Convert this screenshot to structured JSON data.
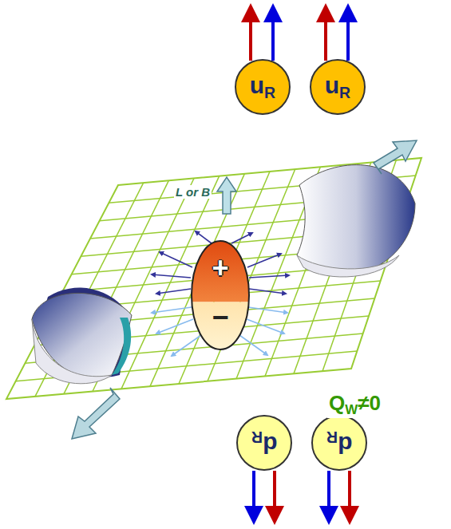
{
  "diagram": {
    "nodes": [
      {
        "text": [
          "uR"
        ]
      },
      {
        "text": [
          "uR"
        ]
      },
      {
        "text": [
          "+",
          "−"
        ]
      },
      {
        "text": [
          "dR"
        ]
      },
      {
        "text": [
          "dR"
        ]
      }
    ],
    "labels": [
      "L or B",
      "QW≠0"
    ]
  }
}
